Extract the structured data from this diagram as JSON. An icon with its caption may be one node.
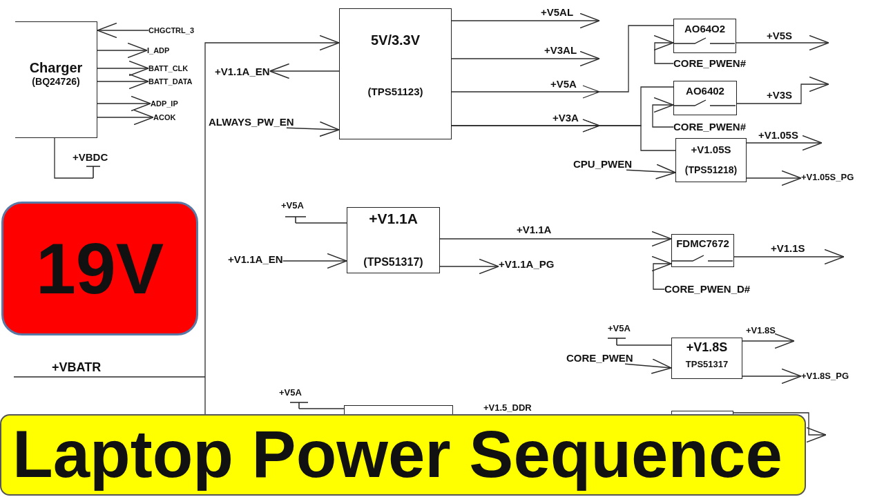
{
  "diagram": {
    "title": "Laptop Power Sequence",
    "nodes": [
      {
        "text": [
          "Charger",
          "(BQ24726)"
        ]
      },
      {
        "text": [
          "CHGCTRL_3"
        ]
      },
      {
        "text": [
          "I_ADP"
        ]
      },
      {
        "text": [
          "BATT_CLK"
        ]
      },
      {
        "text": [
          "BATT_DATA"
        ]
      },
      {
        "text": [
          "ADP_IP"
        ]
      },
      {
        "text": [
          "ACOK"
        ]
      },
      {
        "text": [
          "+VBDC"
        ]
      },
      {
        "text": [
          "5V/3.3V",
          "(TPS51123)"
        ]
      },
      {
        "text": [
          "+V1.1A_EN"
        ]
      },
      {
        "text": [
          "ALWAYS_PW_EN"
        ]
      },
      {
        "text": [
          "AO64O2"
        ]
      },
      {
        "text": [
          "CORE_PWEN#"
        ]
      },
      {
        "text": [
          "AO6402"
        ]
      },
      {
        "text": [
          "CORE_PWEN#"
        ]
      },
      {
        "text": [
          "+V1.05S",
          "(TPS51218)"
        ]
      },
      {
        "text": [
          "CPU_PWEN"
        ]
      },
      {
        "text": [
          "+V1.05S_PG"
        ]
      },
      {
        "text": [
          "19V"
        ]
      },
      {
        "text": [
          "+V5A"
        ]
      },
      {
        "text": [
          "+V1.1A",
          "(TPS51317)"
        ]
      },
      {
        "text": [
          "+V1.1A_EN"
        ]
      },
      {
        "text": [
          "+V1.1A_PG"
        ]
      },
      {
        "text": [
          "FDMC7672"
        ]
      },
      {
        "text": [
          "CORE_PWEN_D#"
        ]
      },
      {
        "text": [
          "+V5A"
        ]
      },
      {
        "text": [
          "CORE_PWEN"
        ]
      },
      {
        "text": [
          "+V1.8S",
          "TPS51317"
        ]
      },
      {
        "text": [
          "+V1.8S_PG"
        ]
      },
      {
        "text": [
          "+V5A"
        ]
      },
      {
        "text": [],
        "shape": "box"
      },
      {
        "text": [],
        "shape": "box"
      }
    ],
    "edges": [
      {
        "from": 1,
        "to": 0,
        "arrow": "to"
      },
      {
        "from": 0,
        "to": 2,
        "arrow": "to"
      },
      {
        "from": 0,
        "to": 3,
        "arrow": "to"
      },
      {
        "from": 0,
        "to": 4,
        "arrow": "to"
      },
      {
        "from": 0,
        "to": 5,
        "arrow": "to"
      },
      {
        "from": 0,
        "to": 6,
        "arrow": "to"
      },
      {
        "from": 0,
        "to": 7,
        "arrow": "none"
      },
      {
        "from": null,
        "to": 8,
        "arrow": "to",
        "label": "+VBATR"
      },
      {
        "from": 8,
        "to": 9,
        "arrow": "to"
      },
      {
        "from": 10,
        "to": 8,
        "arrow": "to"
      },
      {
        "from": 8,
        "to": null,
        "arrow": "to",
        "label": "+V5AL"
      },
      {
        "from": 8,
        "to": null,
        "arrow": "to",
        "label": "+V3AL"
      },
      {
        "from": 8,
        "to": 11,
        "arrow": "to",
        "label": "+V5A"
      },
      {
        "from": 8,
        "to": 13,
        "arrow": "to",
        "label": "+V3A"
      },
      {
        "from": 8,
        "to": 15,
        "arrow": "to"
      },
      {
        "from": 12,
        "to": 11,
        "arrow": "to"
      },
      {
        "from": 11,
        "to": null,
        "arrow": "to",
        "label": "+V5S"
      },
      {
        "from": 14,
        "to": 13,
        "arrow": "to"
      },
      {
        "from": 13,
        "to": null,
        "arrow": "to",
        "label": "+V3S"
      },
      {
        "from": 16,
        "to": 15,
        "arrow": "to"
      },
      {
        "from": 15,
        "to": null,
        "arrow": "to",
        "label": "+V1.05S"
      },
      {
        "from": 15,
        "to": 17,
        "arrow": "to"
      },
      {
        "from": 19,
        "to": 20,
        "arrow": "none"
      },
      {
        "from": 21,
        "to": 20,
        "arrow": "to"
      },
      {
        "from": 20,
        "to": 23,
        "arrow": "to",
        "label": "+V1.1A"
      },
      {
        "from": 20,
        "to": 22,
        "arrow": "to"
      },
      {
        "from": 24,
        "to": 23,
        "arrow": "to"
      },
      {
        "from": 23,
        "to": null,
        "arrow": "to",
        "label": "+V1.1S"
      },
      {
        "from": 25,
        "to": 27,
        "arrow": "none"
      },
      {
        "from": 26,
        "to": 27,
        "arrow": "to"
      },
      {
        "from": 27,
        "to": null,
        "arrow": "to",
        "label": "+V1.8S"
      },
      {
        "from": 27,
        "to": 28,
        "arrow": "to"
      },
      {
        "from": 29,
        "to": 30,
        "arrow": "none"
      },
      {
        "from": 31,
        "to": null,
        "arrow": "to"
      }
    ],
    "labels": [
      "+V1.5_DDR"
    ]
  }
}
